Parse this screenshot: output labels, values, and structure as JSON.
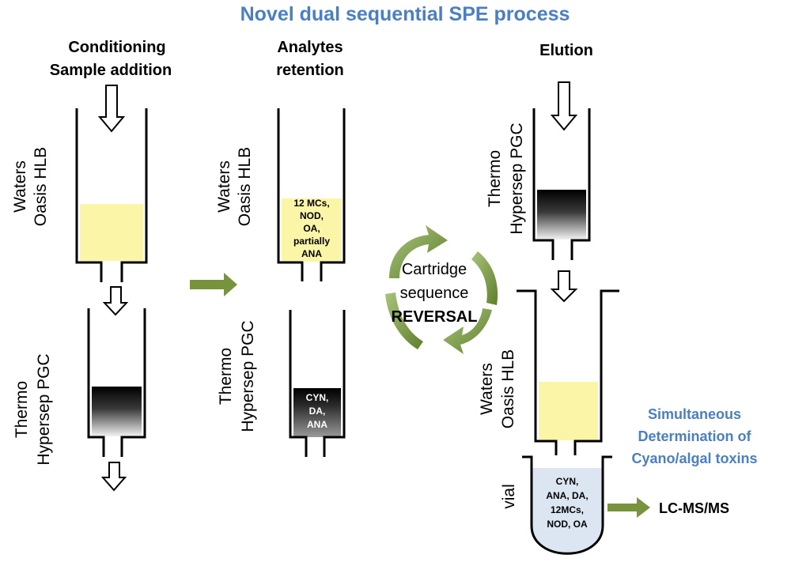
{
  "title": "Novel dual sequential SPE process",
  "steps": {
    "step1": {
      "line1": "Conditioning",
      "line2": "Sample addition"
    },
    "step2": {
      "line1": "Analytes",
      "line2": "retention"
    },
    "step3": {
      "line1": "Elution"
    }
  },
  "cartridges": {
    "waters": {
      "line1": "Waters",
      "line2": "Oasis HLB"
    },
    "thermo": {
      "line1": "Thermo",
      "line2": "Hypersep PGC"
    }
  },
  "retained": {
    "hlb": [
      "12 MCs,",
      "NOD,",
      "OA,",
      "partially",
      "ANA"
    ],
    "pgc": [
      "CYN,",
      "DA,",
      "ANA"
    ]
  },
  "reversal": {
    "line1": "Cartridge",
    "line2": "sequence",
    "line3": "REVERSAL"
  },
  "vial": {
    "label": "vial",
    "contents": [
      "CYN,",
      "ANA, DA,",
      "12MCs,",
      "NOD, OA"
    ]
  },
  "result": {
    "line1": "Simultaneous",
    "line2": "Determination of",
    "line3": "Cyano/algal toxins"
  },
  "analysis": "LC-MS/MS",
  "colors": {
    "title_blue": "#4a7fc1",
    "sorbent_yellow": "#fbf5a8",
    "arrow_green": "#77933c",
    "vial_blue": "#dce6f2"
  }
}
